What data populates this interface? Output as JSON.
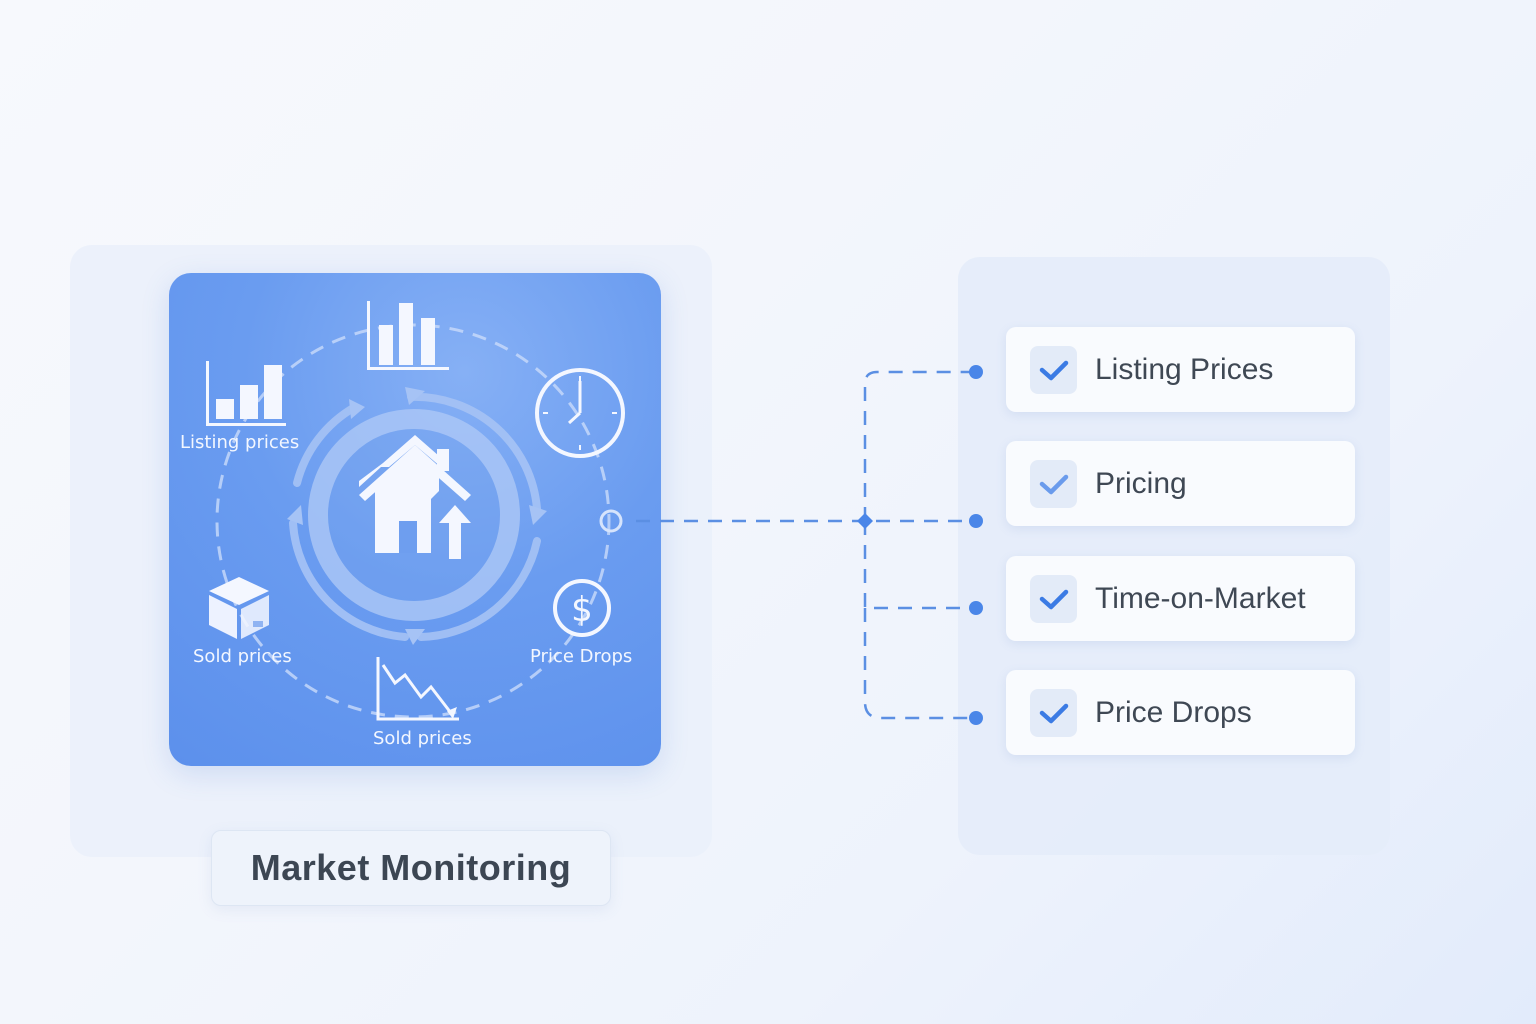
{
  "diagram": {
    "title": "Market Monitoring",
    "hub": {
      "icon": "house-with-up-arrow-icon",
      "cycle": "circular-refresh-arrows"
    },
    "orbit_nodes": [
      {
        "id": "top",
        "icon": "bar-chart-icon",
        "label": ""
      },
      {
        "id": "upper-left",
        "icon": "bar-chart-icon",
        "label": "Listing prices"
      },
      {
        "id": "upper-right",
        "icon": "clock-icon",
        "label": ""
      },
      {
        "id": "right",
        "icon": "connector-ring-icon",
        "label": ""
      },
      {
        "id": "lower-right",
        "icon": "dollar-circle-icon",
        "label": "Price Drops"
      },
      {
        "id": "bottom",
        "icon": "declining-line-chart-icon",
        "label": "Sold prices"
      },
      {
        "id": "lower-left",
        "icon": "box-icon",
        "label": "Sold prices"
      }
    ],
    "checklist": [
      {
        "label": "Listing Prices",
        "checked": true
      },
      {
        "label": "Pricing",
        "checked": true
      },
      {
        "label": "Time-on-Market",
        "checked": true
      },
      {
        "label": "Price Drops",
        "checked": true
      }
    ],
    "colors": {
      "card_blue": "#6a9cf0",
      "accent": "#4a86e8",
      "connector": "#5b8fe3",
      "text_dark": "#3f4854"
    }
  }
}
